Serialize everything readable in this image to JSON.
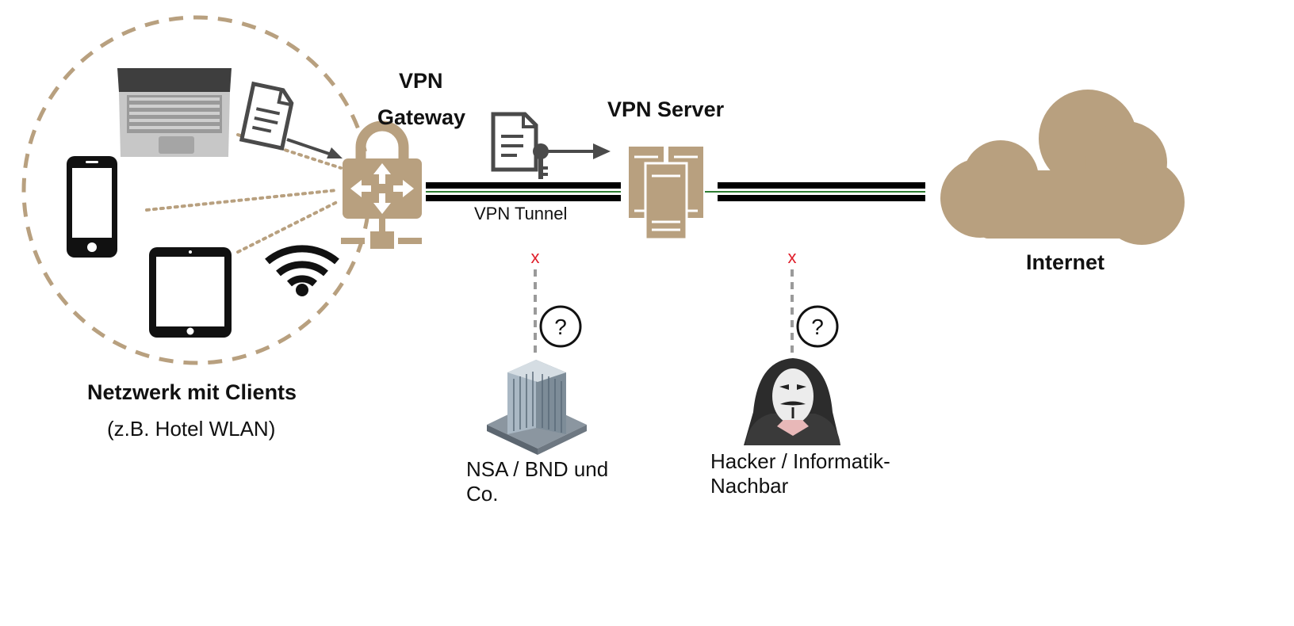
{
  "labels": {
    "vpn": "VPN",
    "gateway": "Gateway",
    "vpn_server": "VPN Server",
    "vpn_tunnel": "VPN Tunnel",
    "internet": "Internet",
    "network": "Netzwerk mit Clients",
    "network_example": "(z.B. Hotel WLAN)",
    "nsa_line1": "NSA / BND und",
    "nsa_line2": "Co.",
    "hacker_line1": "Hacker / Informatik-",
    "hacker_line2": "Nachbar",
    "question_mark": "?",
    "blocked_mark": "x"
  },
  "colors": {
    "accent_tan": "#b8a07f",
    "tunnel_black": "#000000",
    "tunnel_green": "#2e7d32",
    "blocked_red": "#e0202c",
    "dash_grey": "#9a9a9a"
  },
  "icons": [
    "laptop-icon",
    "smartphone-icon",
    "tablet-icon",
    "wifi-icon",
    "document-icon",
    "document-key-icon",
    "vpn-gateway-lock-icon",
    "vpn-server-icon",
    "cloud-icon",
    "office-building-icon",
    "anonymous-hacker-icon"
  ]
}
